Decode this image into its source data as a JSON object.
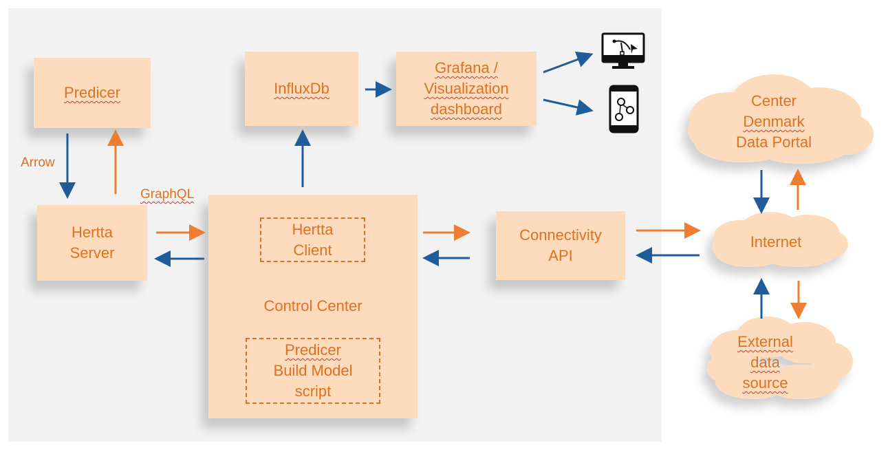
{
  "nodes": {
    "predicer": "Predicer",
    "hertta_server": [
      "Hertta",
      "Server"
    ],
    "influxdb": "InfluxDb",
    "grafana": [
      "Grafana /",
      "Visualization",
      "dashboard"
    ],
    "control_center": "Control Center",
    "hertta_client": [
      "Hertta",
      "Client"
    ],
    "build_model": [
      "Predicer",
      "Build Model",
      "script"
    ],
    "connectivity_api": [
      "Connectivity",
      "API"
    ],
    "internet": "Internet",
    "center_denmark": [
      "Center",
      "Denmark",
      "Data Portal"
    ],
    "external_source": [
      "External",
      "data",
      "source"
    ]
  },
  "edge_labels": {
    "arrow": "Arrow",
    "graphql": "GraphQL"
  },
  "icons": [
    "monitor-icon",
    "smartphone-icon"
  ],
  "colors": {
    "box_fill": "#fcdcbd",
    "text": "#e07020",
    "arrow_orange": "#ed7d31",
    "arrow_blue": "#1f5c99",
    "panel": "#f2f2f2"
  }
}
